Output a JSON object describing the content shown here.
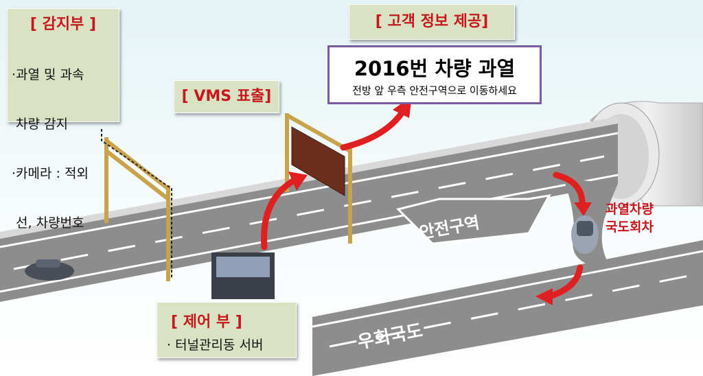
{
  "sensor": {
    "title": "[ 감지부 ]",
    "lines": [
      "·과열 및 과속",
      " 차량 감지",
      "·카메라 : 적외",
      " 선, 차량번호"
    ]
  },
  "vms": {
    "title": "[ VMS 표출]"
  },
  "customer": {
    "title": "[ 고객 정보 제공]"
  },
  "message": {
    "headline": "2016번 차량 과열",
    "sub": "전방 앞 우측 안전구역으로 이동하세요"
  },
  "control": {
    "title": "[ 제어 부 ]",
    "line": "· 터널관리동 서버"
  },
  "road": {
    "safe_zone": "안전구역",
    "detour": "우회국도"
  },
  "overheat": {
    "line1": "과열차량",
    "line2": "국도회차"
  },
  "colors": {
    "title_red": "#c8161d",
    "box_bg": "#d9e3c4",
    "message_border": "#7a5aa0",
    "road": "#8d8d8d",
    "arrow": "#e02020",
    "gantry": "#c9a34a"
  }
}
